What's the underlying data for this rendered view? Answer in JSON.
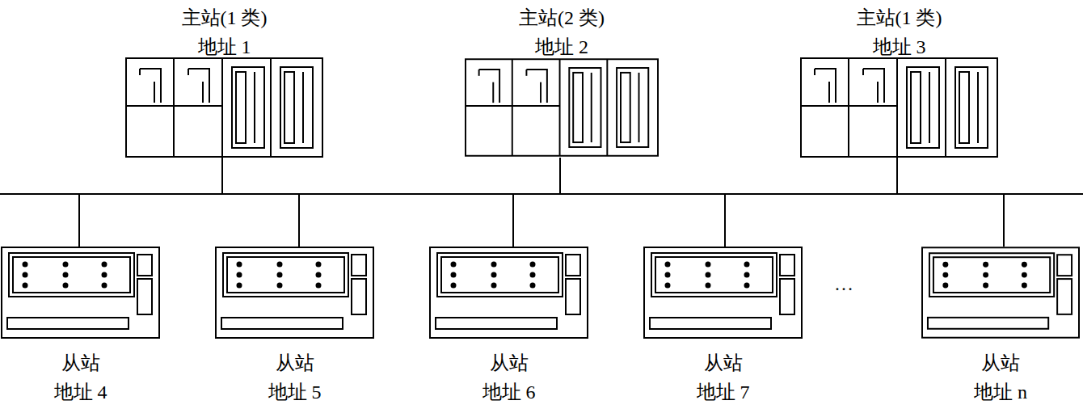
{
  "diagram": {
    "nodes": [
      {
        "text": [
          "主站(1 类)",
          "地址 1"
        ]
      },
      {
        "text": [
          "主站(2 类)",
          "地址 2"
        ]
      },
      {
        "text": [
          "主站(1 类)",
          "地址 3"
        ]
      },
      {
        "text": [
          "从站",
          "地址 4"
        ]
      },
      {
        "text": [
          "从站",
          "地址 5"
        ]
      },
      {
        "text": [
          "从站",
          "地址 6"
        ]
      },
      {
        "text": [
          "从站",
          "地址 7"
        ]
      },
      {
        "text": [
          "从站",
          "地址 n"
        ]
      }
    ],
    "edges": [
      {
        "from": 0,
        "to": 3,
        "arrow": "none"
      },
      {
        "from": 0,
        "to": 4,
        "arrow": "none"
      },
      {
        "from": 0,
        "to": 5,
        "arrow": "none"
      },
      {
        "from": 0,
        "to": 6,
        "arrow": "none"
      },
      {
        "from": 0,
        "to": 7,
        "arrow": "none"
      },
      {
        "from": 1,
        "to": 3,
        "arrow": "none"
      },
      {
        "from": 1,
        "to": 4,
        "arrow": "none"
      },
      {
        "from": 1,
        "to": 5,
        "arrow": "none"
      },
      {
        "from": 1,
        "to": 6,
        "arrow": "none"
      },
      {
        "from": 1,
        "to": 7,
        "arrow": "none"
      },
      {
        "from": 2,
        "to": 3,
        "arrow": "none"
      },
      {
        "from": 2,
        "to": 4,
        "arrow": "none"
      },
      {
        "from": 2,
        "to": 5,
        "arrow": "none"
      },
      {
        "from": 2,
        "to": 6,
        "arrow": "none"
      },
      {
        "from": 2,
        "to": 7,
        "arrow": "none"
      }
    ],
    "labels": [
      "…"
    ]
  }
}
